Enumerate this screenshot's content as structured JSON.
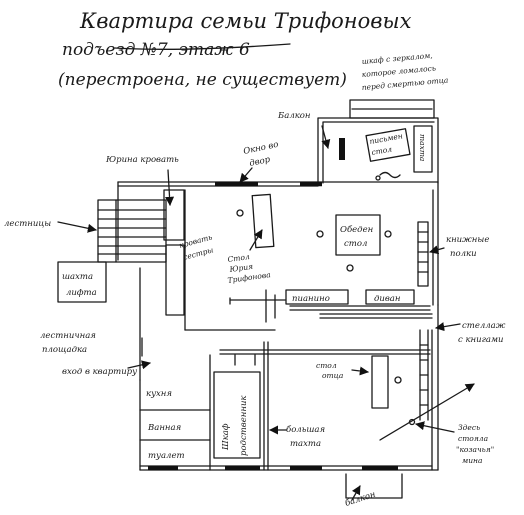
{
  "title": {
    "line1": "Квартира семьи Трифоновых",
    "line2": "подъезд №7, этаж 6",
    "line3": "(перестроена, не существует)"
  },
  "labels": {
    "mirror_wardrobe": [
      "шкаф с зеркалом,",
      "которое ломалось",
      "перед смертью отца"
    ],
    "balcony_top": "Балкон",
    "writing_desk": [
      "письмен",
      "стол"
    ],
    "ottoman": "тахта",
    "yuri_bed": "Юрина кровать",
    "window_yard": [
      "Окно во",
      "двор"
    ],
    "stairs": "лестницы",
    "sister_bed": [
      "кровать",
      "сестры"
    ],
    "yuri_desk": [
      "Стол",
      "Юрия",
      "Трифонова"
    ],
    "dining_table": [
      "Обеден",
      "стол"
    ],
    "bookshelves": [
      "книжные",
      "полки"
    ],
    "elevator_shaft": [
      "шахта",
      "лифта"
    ],
    "piano": "пианино",
    "sofa": "диван",
    "shelving": [
      "стеллаж",
      "с книгами"
    ],
    "landing": [
      "лестничная",
      "площадка"
    ],
    "entrance": "вход в квартиру",
    "father_desk": [
      "стол",
      "отца"
    ],
    "kitchen": "кухня",
    "bathroom": "Ванная",
    "toilet": "туалет",
    "relatives_bed": [
      "Шкаф",
      "родственник"
    ],
    "big_ottoman": [
      "большая",
      "тахта"
    ],
    "kozachya_corner": [
      "Здесь",
      "стояла",
      "\"козачья\"",
      "мина"
    ],
    "balcony_bottom": "балкон"
  },
  "colors": {
    "ink": "#1a1a1a",
    "paper": "#ffffff"
  }
}
